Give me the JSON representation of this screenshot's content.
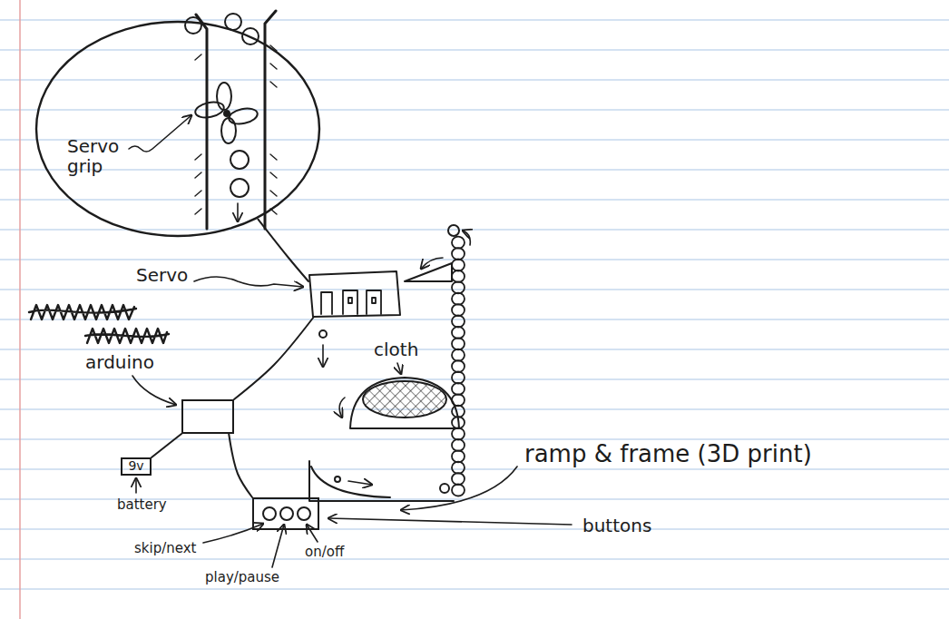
{
  "diagram": {
    "nodes": [
      {
        "text": [
          "Servo grip"
        ]
      },
      {
        "text": [
          "Servo"
        ]
      },
      {
        "text": [
          "arduino"
        ]
      },
      {
        "text": [
          "9v",
          "battery"
        ]
      },
      {
        "text": [
          "buttons"
        ]
      }
    ],
    "edges": [
      {
        "from": 0,
        "to": 1,
        "arrow": "none"
      },
      {
        "from": 2,
        "to": 1,
        "arrow": "none"
      },
      {
        "from": 2,
        "to": 3,
        "arrow": "none"
      },
      {
        "from": 2,
        "to": 4,
        "arrow": "none"
      }
    ],
    "labels": [
      "cloth",
      "ramp & frame (3D print)",
      "skip/next",
      "play/pause",
      "on/off"
    ]
  }
}
